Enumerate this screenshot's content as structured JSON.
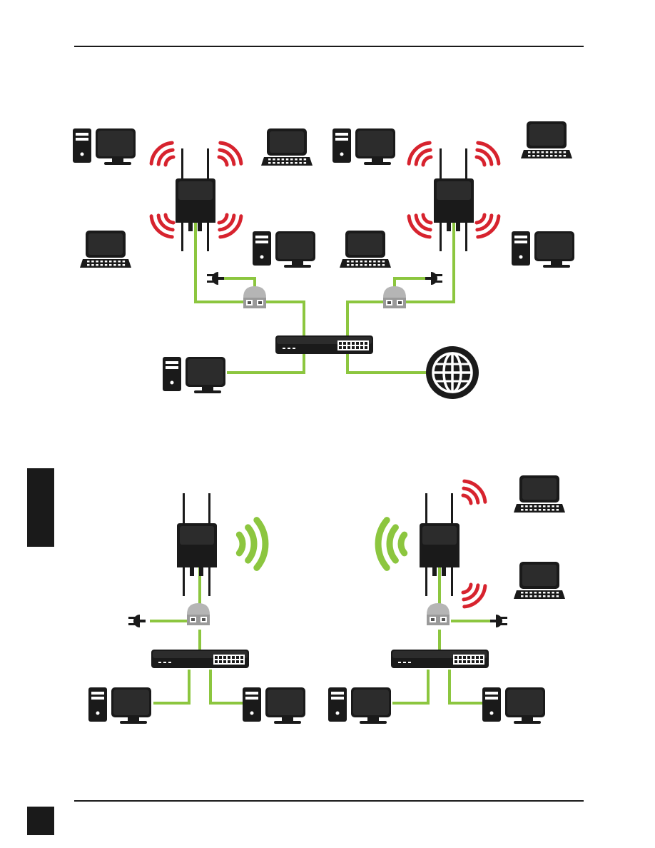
{
  "colors": {
    "cable": "#8cc63f",
    "signal_client": "#d7232e",
    "signal_bridge": "#8cc63f",
    "device": "#1a1a1a",
    "injector": "#b5b5b5",
    "page_rule": "#1a1a1a"
  },
  "diagrams": [
    {
      "name": "access-point-network",
      "access_points": 2,
      "desktops": 5,
      "laptops": 4,
      "switches": 1,
      "poe_injectors": 2,
      "internet": 1,
      "signal_style": "red client signals"
    },
    {
      "name": "bridge-network",
      "access_points": 2,
      "desktops": 4,
      "laptops": 2,
      "switches": 2,
      "poe_injectors": 2,
      "signal_style": "green bridge link, red client signals"
    }
  ],
  "icons": [
    "desktop-icon",
    "laptop-icon",
    "access-point-icon",
    "network-switch-icon",
    "poe-injector-icon",
    "power-plug-icon",
    "globe-icon",
    "wireless-signal-icon"
  ]
}
